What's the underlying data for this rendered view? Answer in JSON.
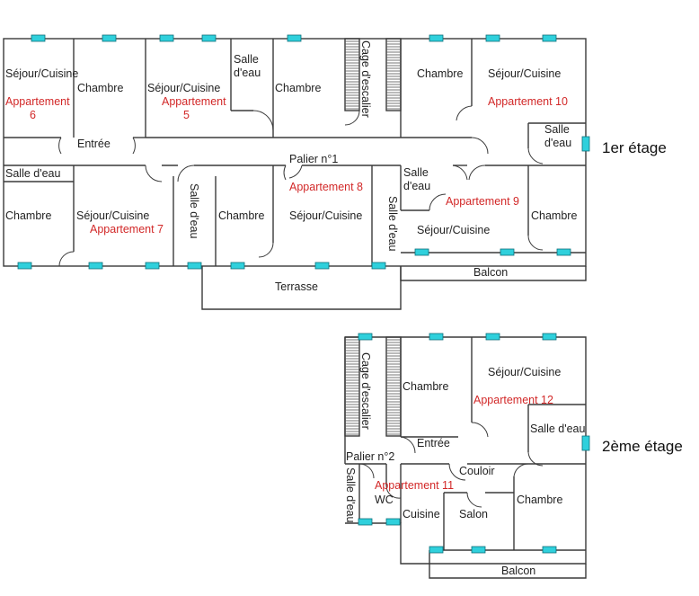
{
  "floor1": {
    "floor_label": "1er étage",
    "landing": "Palier n°1",
    "stairs": "Cage d'escalier",
    "terrace": "Terrasse",
    "balcony": "Balcon",
    "apt6": {
      "room_sejour": "Séjour/Cuisine",
      "label_1": "Appartement",
      "label_2": "6",
      "chambre": "Chambre",
      "entree": "Entrée",
      "salle_eau": "Salle d'eau"
    },
    "apt5": {
      "room_sejour": "Séjour/Cuisine",
      "label_1": "Appartement",
      "label_2": "5",
      "salle_eau_1": "Salle",
      "salle_eau_2": "d'eau",
      "chambre": "Chambre"
    },
    "apt10": {
      "chambre": "Chambre",
      "room_sejour": "Séjour/Cuisine",
      "label": "Appartement 10",
      "salle_eau_1": "Salle",
      "salle_eau_2": "d'eau"
    },
    "apt7": {
      "chambre": "Chambre",
      "room_sejour": "Séjour/Cuisine",
      "label": "Appartement 7",
      "salle_eau": "Salle d'eau"
    },
    "apt8": {
      "label": "Appartement 8",
      "chambre": "Chambre",
      "room_sejour": "Séjour/Cuisine",
      "salle_eau": "Salle d'eau"
    },
    "apt9": {
      "salle_eau_1": "Salle",
      "salle_eau_2": "d'eau",
      "label": "Appartement 9",
      "room_sejour": "Séjour/Cuisine",
      "chambre": "Chambre"
    }
  },
  "floor2": {
    "floor_label": "2ème étage",
    "landing": "Palier n°2",
    "stairs": "Cage d'escalier",
    "balcony": "Balcon",
    "apt12": {
      "chambre": "Chambre",
      "room_sejour": "Séjour/Cuisine",
      "label": "Appartement 12",
      "salle_eau": "Salle d'eau",
      "entree": "Entrée"
    },
    "apt11": {
      "label": "Appartement 11",
      "couloir": "Couloir",
      "wc": "WC",
      "salle_eau": "Salle d'eau",
      "cuisine": "Cuisine",
      "salon": "Salon",
      "chambre": "Chambre"
    }
  },
  "colors": {
    "wall": "#3a3a3a",
    "window": "#2fd0dc",
    "apartment_label": "#d22828"
  }
}
